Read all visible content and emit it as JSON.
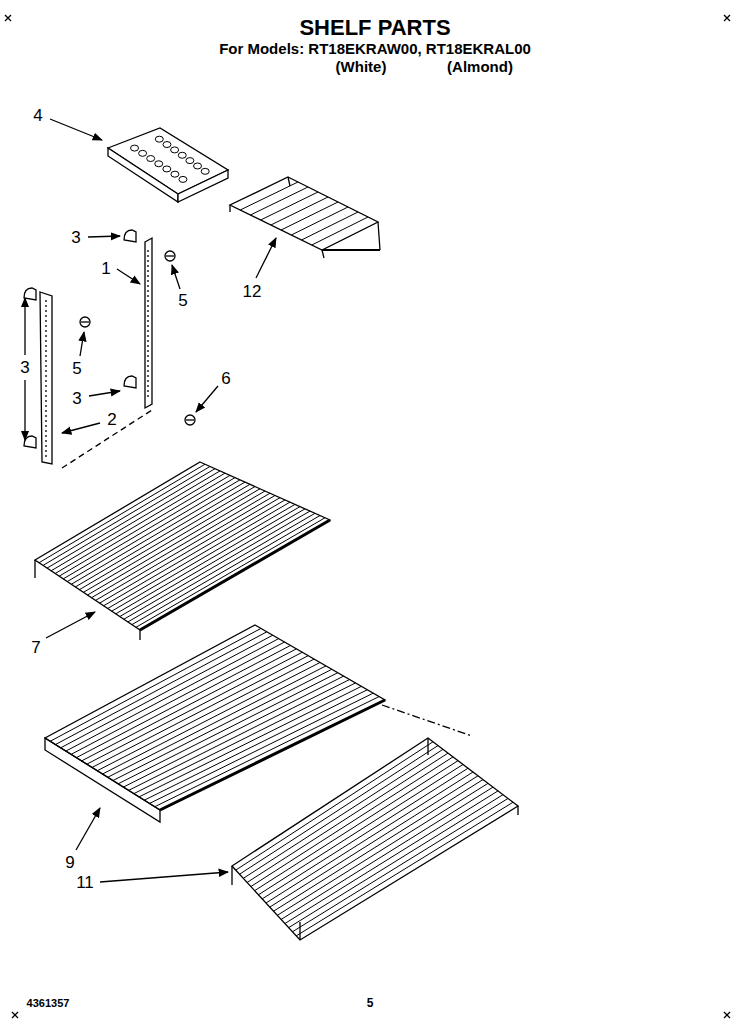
{
  "diagram": {
    "title": "SHELF PARTS",
    "labels": [
      "For Models: RT18EKRAW00, RT18EKRAL00",
      "(White)",
      "(Almond)",
      "4",
      "3",
      "1",
      "5",
      "12",
      "3",
      "5",
      "3",
      "6",
      "2",
      "7",
      "9",
      "11",
      "4361357",
      "5"
    ]
  }
}
